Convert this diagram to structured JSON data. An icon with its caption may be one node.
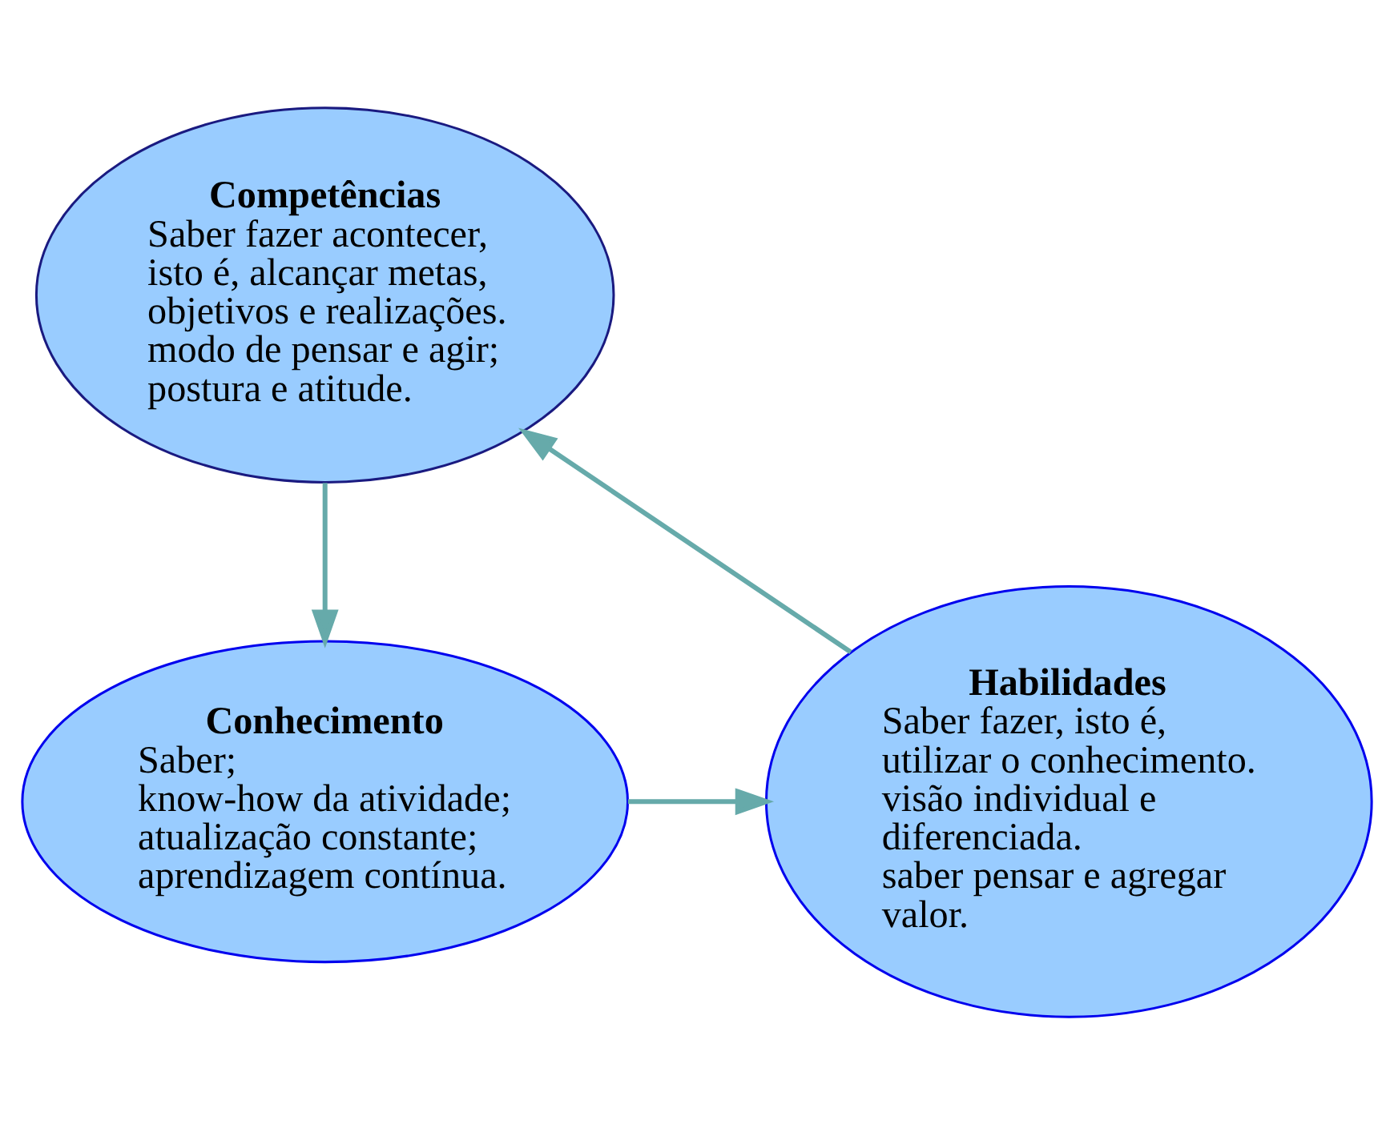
{
  "diagram": {
    "nodes": [
      {
        "text": [
          "Competências",
          "Saber fazer acontecer, isto é, alcançar metas, objetivos e realizações.",
          "modo de pensar e agir;",
          "postura e atitude."
        ]
      },
      {
        "text": [
          "Conhecimento",
          "Saber;",
          "know-how da atividade;",
          "atualização constante;",
          "aprendizagem contínua."
        ]
      },
      {
        "text": [
          "Habilidades",
          "Saber fazer, isto é, utilizar o conhecimento.",
          "visão individual e diferenciada.",
          "saber pensar e agregar valor."
        ]
      }
    ],
    "edges": [
      {
        "from": 0,
        "to": 1,
        "arrow": "to"
      },
      {
        "from": 1,
        "to": 2,
        "arrow": "to"
      },
      {
        "from": 2,
        "to": 0,
        "arrow": "to"
      }
    ]
  }
}
